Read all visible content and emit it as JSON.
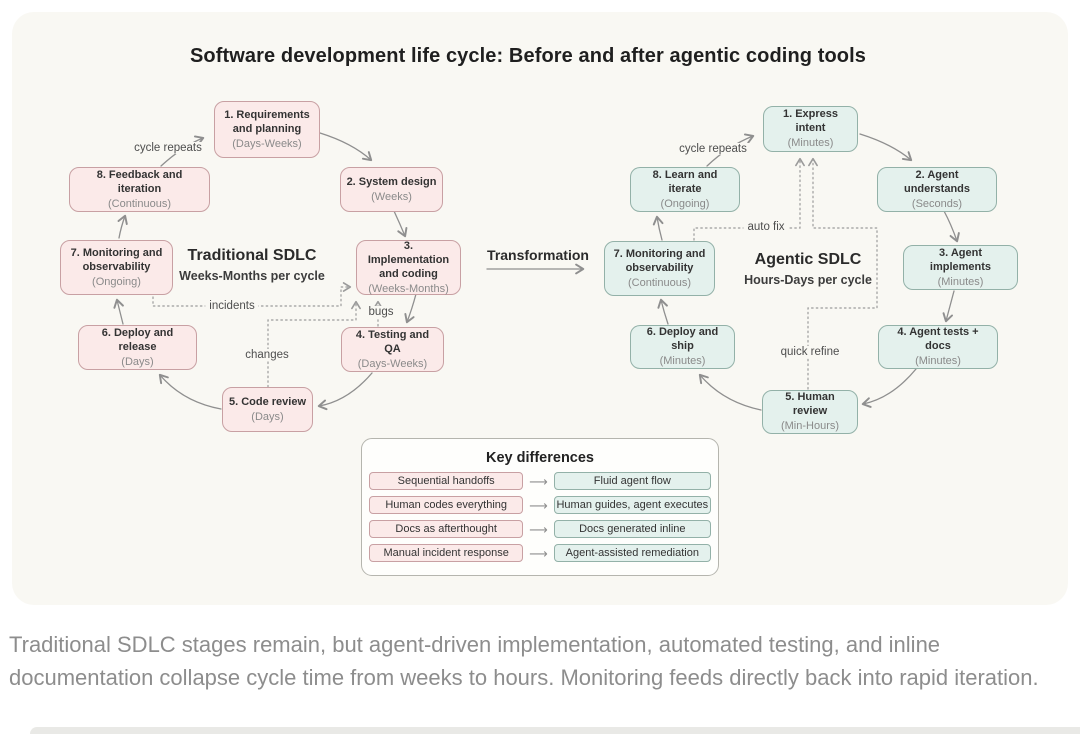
{
  "title": "Software development life cycle: Before and after agentic coding tools",
  "transformation_label": "Transformation",
  "colors": {
    "card_bg": "#f9f8f3",
    "pink_fill": "#fbeae9",
    "pink_border": "#c8a0a3",
    "teal_fill": "#e4f1ed",
    "teal_border": "#93b1a8",
    "arrow_gray": "#8f8f8f",
    "caption_gray": "#8d8d8d"
  },
  "traditional": {
    "name": "Traditional SDLC",
    "cycle_time": "Weeks-Months per cycle",
    "boxes": [
      {
        "title": "1. Requirements and planning",
        "duration": "(Days-Weeks)"
      },
      {
        "title": "2. System design",
        "duration": "(Weeks)"
      },
      {
        "title": "3. Implementation and coding",
        "duration": "(Weeks-Months)"
      },
      {
        "title": "4. Testing and QA",
        "duration": "(Days-Weeks)"
      },
      {
        "title": "5. Code review",
        "duration": "(Days)"
      },
      {
        "title": "6. Deploy and release",
        "duration": "(Days)"
      },
      {
        "title": "7. Monitoring and observability",
        "duration": "(Ongoing)"
      },
      {
        "title": "8. Feedback and iteration",
        "duration": "(Continuous)"
      }
    ],
    "labels": {
      "cycle_repeats": "cycle repeats",
      "incidents": "incidents",
      "bugs": "bugs",
      "changes": "changes"
    }
  },
  "agentic": {
    "name": "Agentic SDLC",
    "cycle_time": "Hours-Days per cycle",
    "boxes": [
      {
        "title": "1. Express intent",
        "duration": "(Minutes)"
      },
      {
        "title": "2. Agent understands",
        "duration": "(Seconds)"
      },
      {
        "title": "3. Agent implements",
        "duration": "(Minutes)"
      },
      {
        "title": "4. Agent tests + docs",
        "duration": "(Minutes)"
      },
      {
        "title": "5. Human review",
        "duration": "(Min-Hours)"
      },
      {
        "title": "6. Deploy and ship",
        "duration": "(Minutes)"
      },
      {
        "title": "7. Monitoring and observability",
        "duration": "(Continuous)"
      },
      {
        "title": "8. Learn and iterate",
        "duration": "(Ongoing)"
      }
    ],
    "labels": {
      "cycle_repeats": "cycle repeats",
      "auto_fix": "auto fix",
      "quick_refine": "quick refine"
    }
  },
  "key_differences": {
    "title": "Key differences",
    "rows": [
      {
        "before": "Sequential handoffs",
        "after": "Fluid agent flow"
      },
      {
        "before": "Human codes everything",
        "after": "Human guides, agent executes"
      },
      {
        "before": "Docs as afterthought",
        "after": "Docs generated inline"
      },
      {
        "before": "Manual incident response",
        "after": "Agent-assisted remediation"
      }
    ]
  },
  "caption": "Traditional SDLC stages remain, but agent-driven implementation, automated testing, and inline documentation collapse cycle time from weeks to hours. Monitoring feeds directly back into rapid iteration."
}
